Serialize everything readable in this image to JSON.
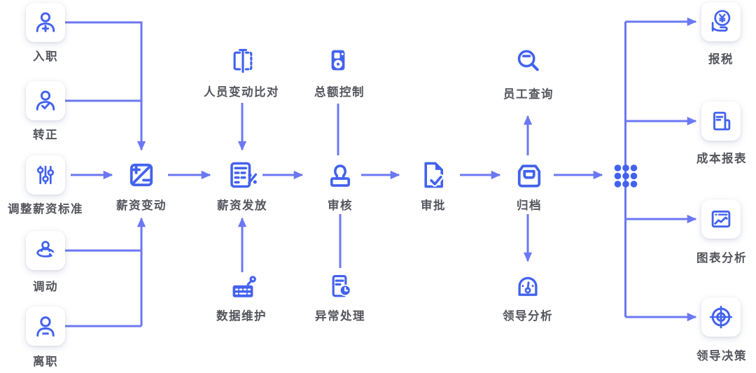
{
  "diagram": {
    "title": "payroll-process-flow",
    "inputs": [
      {
        "label": "入职",
        "icon": "add-user-icon"
      },
      {
        "label": "转正",
        "icon": "verified-user-icon"
      },
      {
        "label": "调整薪资标准",
        "icon": "sliders-icon"
      },
      {
        "label": "调动",
        "icon": "transfer-user-icon"
      },
      {
        "label": "离职",
        "icon": "user-icon"
      }
    ],
    "main_flow": [
      {
        "label": "薪资变动",
        "icon": "salary-change-icon"
      },
      {
        "label": "薪资发放",
        "icon": "salary-payment-icon"
      },
      {
        "label": "审核",
        "icon": "stamp-icon"
      },
      {
        "label": "审批",
        "icon": "document-check-icon"
      },
      {
        "label": "归档",
        "icon": "archive-icon"
      }
    ],
    "top_branches": [
      {
        "label": "人员变动比对",
        "icon": "compare-book-icon"
      },
      {
        "label": "总额控制",
        "icon": "amount-control-icon"
      },
      {
        "label": "员工查询",
        "icon": "search-icon"
      }
    ],
    "bottom_branches": [
      {
        "label": "数据维护",
        "icon": "keyboard-maintenance-icon"
      },
      {
        "label": "异常处理",
        "icon": "exception-document-icon"
      },
      {
        "label": "领导分析",
        "icon": "dashboard-gauge-icon"
      }
    ],
    "outputs": [
      {
        "label": "报税",
        "icon": "coin-hand-icon"
      },
      {
        "label": "成本报表",
        "icon": "cost-report-icon"
      },
      {
        "label": "图表分析",
        "icon": "chart-window-icon"
      },
      {
        "label": "领导决策",
        "icon": "target-icon"
      }
    ],
    "colors": {
      "icon_blue": "#4262ee",
      "line_blue": "#6b78f3",
      "label_gray": "#54555d",
      "node_bg": "#ffffff"
    }
  }
}
